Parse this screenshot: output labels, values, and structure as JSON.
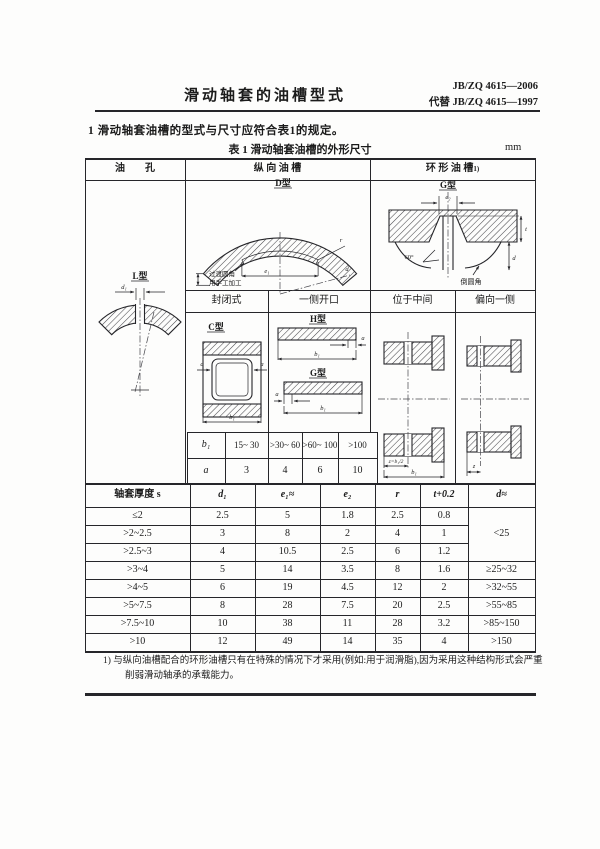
{
  "header": {
    "title": "滑动轴套的油槽型式",
    "doc_number": "JB/ZQ 4615—2006",
    "replaces": "代替 JB/ZQ 4615—1997"
  },
  "body": {
    "clause": "1  滑动轴套油槽的型式与尺寸应符合表1的规定。",
    "table_caption": "表 1  滑动轴套油槽的外形尺寸",
    "unit": "mm",
    "footnote": "1)  与纵向油槽配合的环形油槽只有在特殊的情况下才采用(例如:用于润滑脂),因为采用这种结构形式会严重削弱滑动轴承的承载能力。"
  },
  "table": {
    "col_headers": {
      "oil_hole": "油　　孔",
      "longitudinal": "纵 向 油 槽",
      "ring": "环 形 油 槽",
      "ring_sup": "1)"
    },
    "sub_headers": {
      "closed": "封闭式",
      "open_one_side": "一侧开口",
      "in_middle": "位于中间",
      "offset_one_side": "偏向一侧"
    },
    "b1_table": {
      "label_b1": "b₁",
      "ranges": [
        "15~ 30",
        ">30~ 60",
        ">60~ 100",
        ">100"
      ],
      "label_a": "a",
      "a_values": [
        "3",
        "4",
        "6",
        "10"
      ]
    },
    "main": {
      "headers": {
        "s": "轴套厚度 s",
        "d1": "d₁",
        "e1": "e₁≈",
        "e2": "e₂",
        "r": "r",
        "t": "t+0.2",
        "d": "d≈"
      },
      "merged_d_first": "<25",
      "rows": [
        {
          "s": "≤2",
          "d1": "2.5",
          "e1": "5",
          "e2": "1.8",
          "r": "2.5",
          "t": "0.8"
        },
        {
          "s": ">2~2.5",
          "d1": "3",
          "e1": "8",
          "e2": "2",
          "r": "4",
          "t": "1"
        },
        {
          "s": ">2.5~3",
          "d1": "4",
          "e1": "10.5",
          "e2": "2.5",
          "r": "6",
          "t": "1.2"
        },
        {
          "s": ">3~4",
          "d1": "5",
          "e1": "14",
          "e2": "3.5",
          "r": "8",
          "t": "1.6",
          "d": "≥25~32"
        },
        {
          "s": ">4~5",
          "d1": "6",
          "e1": "19",
          "e2": "4.5",
          "r": "12",
          "t": "2",
          "d": ">32~55"
        },
        {
          "s": ">5~7.5",
          "d1": "8",
          "e1": "28",
          "e2": "7.5",
          "r": "20",
          "t": "2.5",
          "d": ">55~85"
        },
        {
          "s": ">7.5~10",
          "d1": "10",
          "e1": "38",
          "e2": "11",
          "r": "28",
          "t": "3.2",
          "d": ">85~150"
        },
        {
          "s": ">10",
          "d1": "12",
          "e1": "49",
          "e2": "14",
          "r": "35",
          "t": "4",
          "d": ">150"
        }
      ]
    },
    "diagrams": {
      "l_type": {
        "label": "L型",
        "dim_d1": "d₁"
      },
      "d_type": {
        "label": "D型",
        "note_line1": "过渡圆角",
        "note_line2": "用手工加工",
        "dim_e1": "e₁",
        "dim_r": "r",
        "dim_d": "d"
      },
      "g_ring": {
        "label": "G型",
        "dim_e2": "e₂",
        "angle": "60°",
        "fillet_note": "倒圆角",
        "dim_t": "t",
        "dim_d": "d"
      },
      "c_type": {
        "label": "C型",
        "dim_a_left": "a",
        "dim_a_right": "a",
        "dim_b1": "b₁"
      },
      "h_type": {
        "label": "H型",
        "dim_a": "a",
        "dim_b1": "b₁"
      },
      "g_type_small": {
        "label": "G型",
        "dim_a": "a",
        "dim_b1": "b₁"
      },
      "ring_middle": {
        "dim_z": "z=b₁/2",
        "dim_b1": "b₁"
      },
      "ring_offset": {
        "dim_z": "z"
      }
    }
  }
}
